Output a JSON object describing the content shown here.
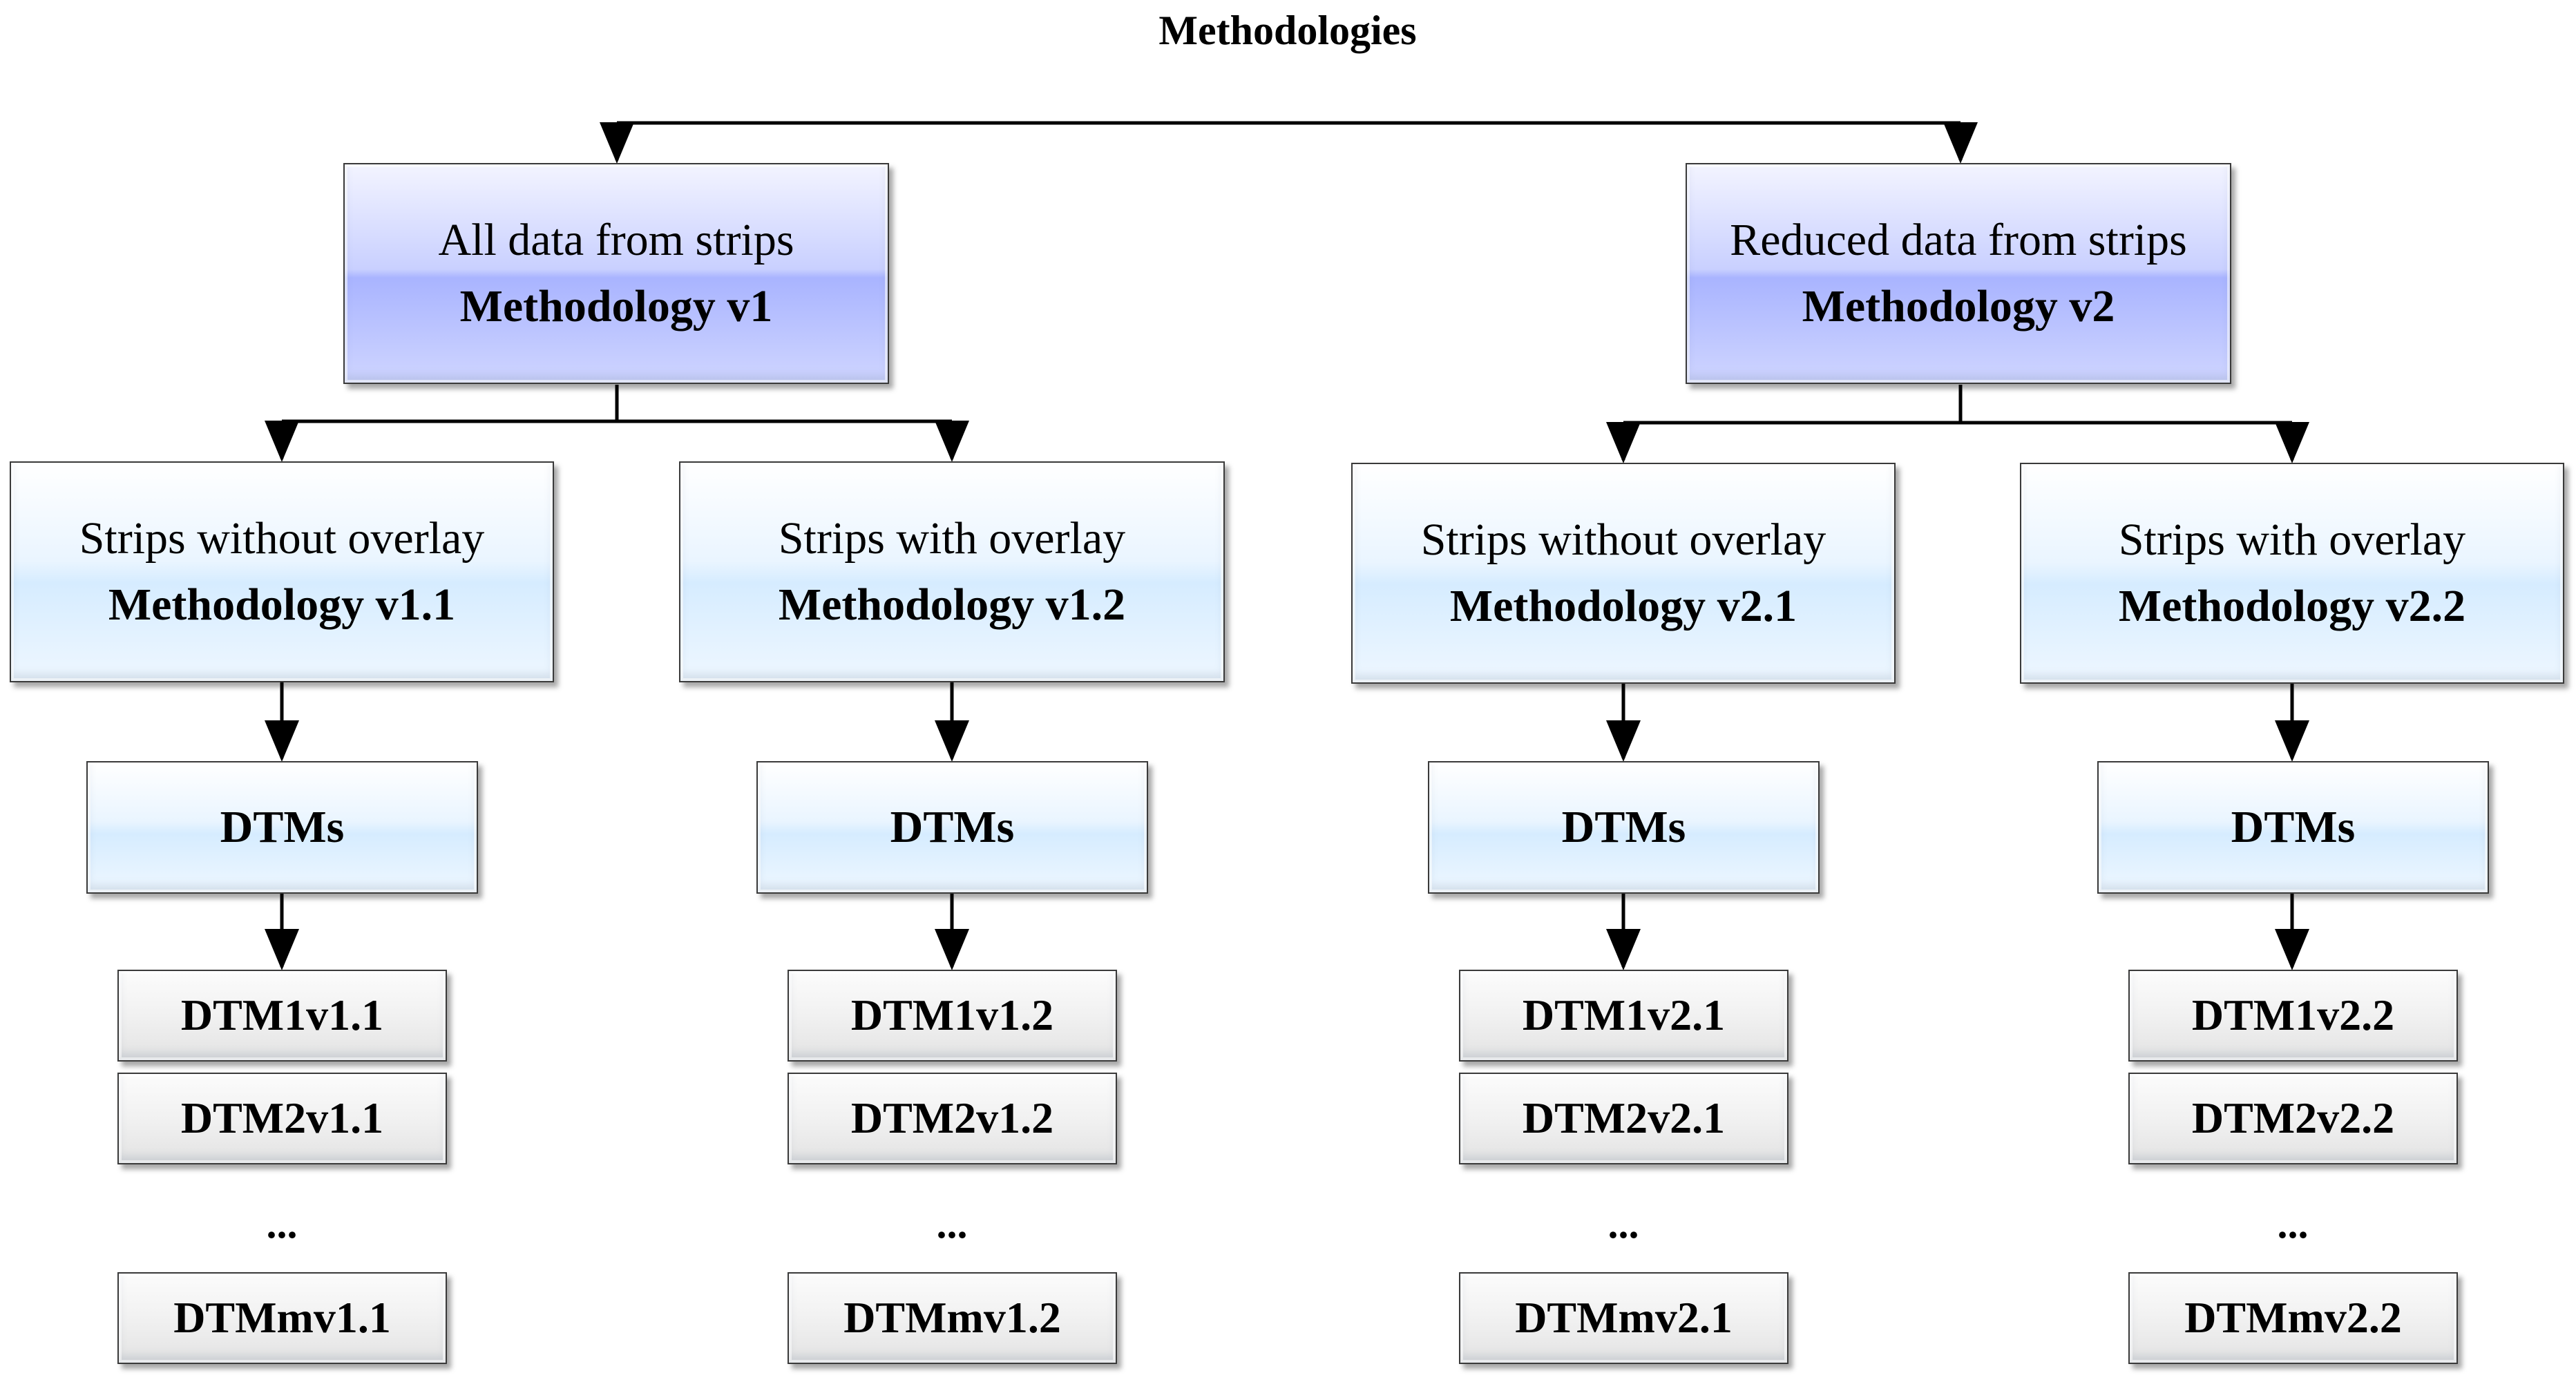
{
  "title": "Methodologies",
  "methodologies": [
    {
      "subtitle": "All data from strips",
      "label": "Methodology v1",
      "variants": [
        {
          "subtitle": "Strips without overlay",
          "label": "Methodology v1.1",
          "dtms_label": "DTMs",
          "items": [
            "DTM1v1.1",
            "DTM2v1.1",
            "...",
            "DTMmv1.1"
          ]
        },
        {
          "subtitle": "Strips with overlay",
          "label": "Methodology v1.2",
          "dtms_label": "DTMs",
          "items": [
            "DTM1v1.2",
            "DTM2v1.2",
            "...",
            "DTMmv1.2"
          ]
        }
      ]
    },
    {
      "subtitle": "Reduced data from strips",
      "label": "Methodology v2",
      "variants": [
        {
          "subtitle": "Strips without overlay",
          "label": "Methodology v2.1",
          "dtms_label": "DTMs",
          "items": [
            "DTM1v2.1",
            "DTM2v2.1",
            "...",
            "DTMmv2.1"
          ]
        },
        {
          "subtitle": "Strips with overlay",
          "label": "Methodology v2.2",
          "dtms_label": "DTMs",
          "items": [
            "DTM1v2.2",
            "DTM2v2.2",
            "...",
            "DTMmv2.2"
          ]
        }
      ]
    }
  ]
}
